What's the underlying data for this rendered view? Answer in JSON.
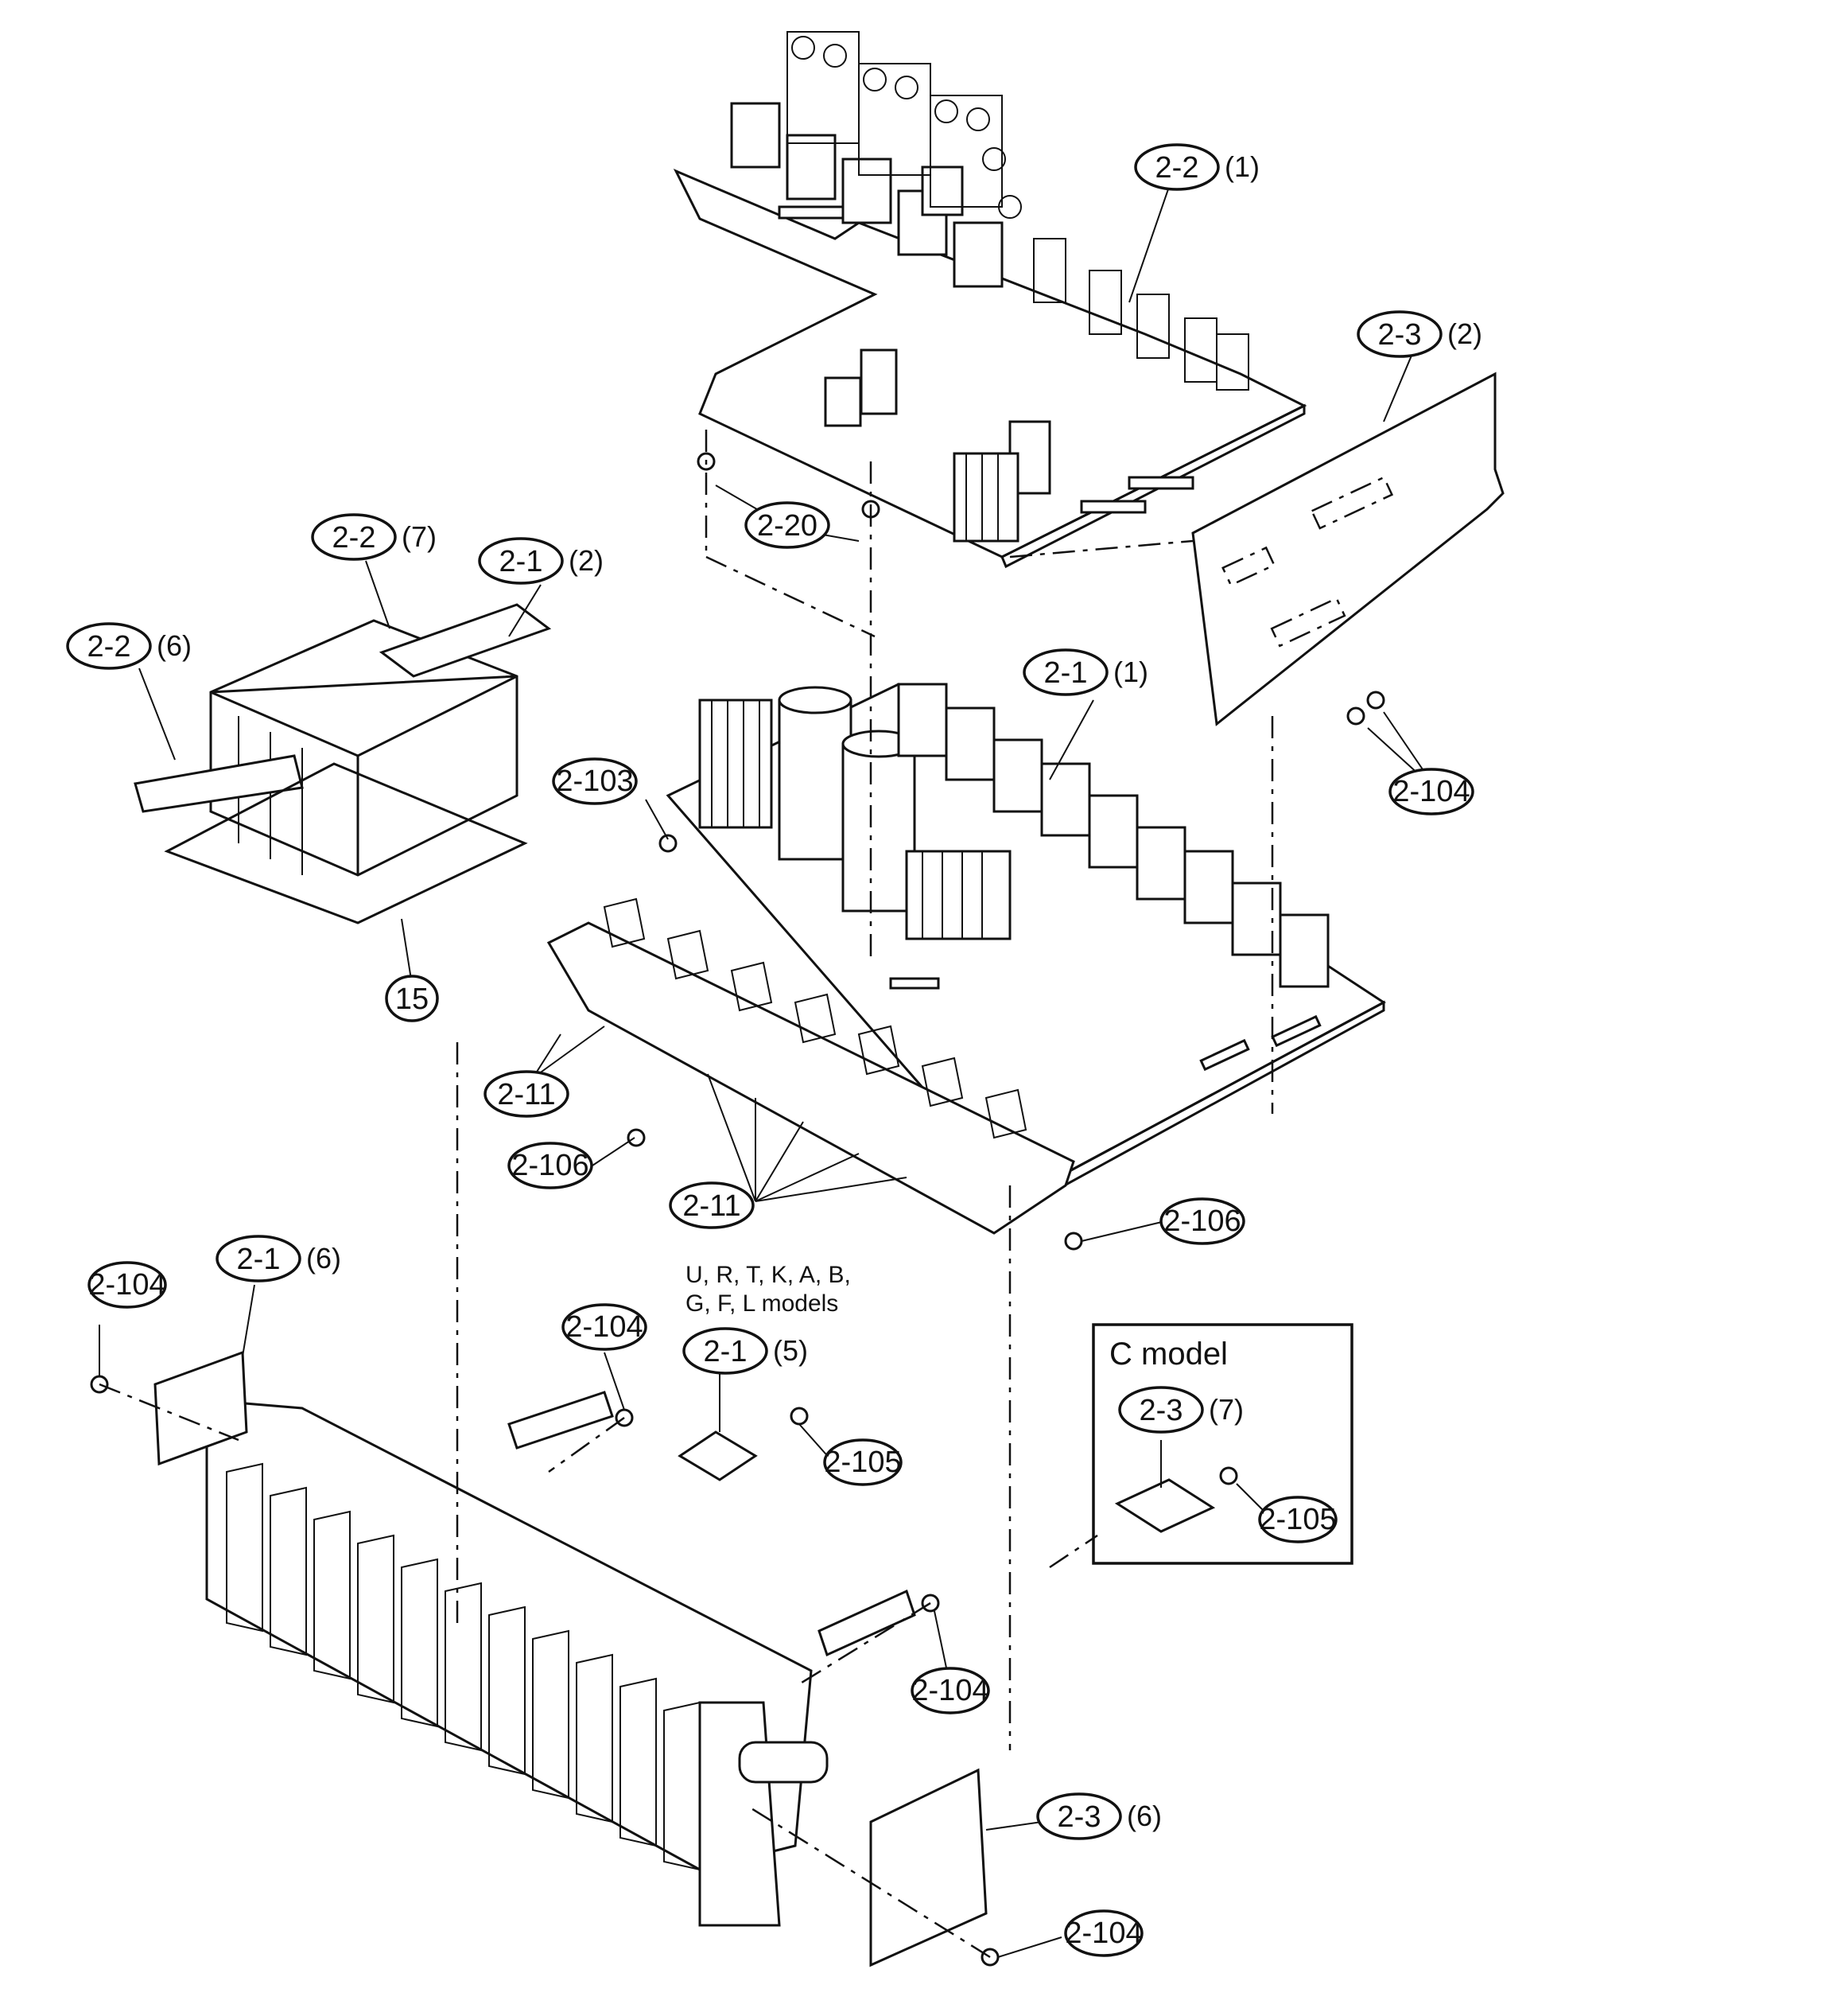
{
  "callouts": [
    {
      "id": "c-2-2-1",
      "label": "2-2",
      "qty": "(1)"
    },
    {
      "id": "c-2-3-2",
      "label": "2-3",
      "qty": "(2)"
    },
    {
      "id": "c-2-20",
      "label": "2-20",
      "qty": ""
    },
    {
      "id": "c-2-2-7",
      "label": "2-2",
      "qty": "(7)"
    },
    {
      "id": "c-2-1-2",
      "label": "2-1",
      "qty": "(2)"
    },
    {
      "id": "c-2-2-6",
      "label": "2-2",
      "qty": "(6)"
    },
    {
      "id": "c-2-1-1",
      "label": "2-1",
      "qty": "(1)"
    },
    {
      "id": "c-2-103",
      "label": "2-103",
      "qty": ""
    },
    {
      "id": "c-2-104-a",
      "label": "2-104",
      "qty": ""
    },
    {
      "id": "c-15",
      "label": "15",
      "qty": ""
    },
    {
      "id": "c-2-11-a",
      "label": "2-11",
      "qty": ""
    },
    {
      "id": "c-2-106-a",
      "label": "2-106",
      "qty": ""
    },
    {
      "id": "c-2-11-b",
      "label": "2-11",
      "qty": ""
    },
    {
      "id": "c-2-106-b",
      "label": "2-106",
      "qty": ""
    },
    {
      "id": "c-2-104-b",
      "label": "2-104",
      "qty": ""
    },
    {
      "id": "c-2-1-6",
      "label": "2-1",
      "qty": "(6)"
    },
    {
      "id": "c-2-104-c",
      "label": "2-104",
      "qty": ""
    },
    {
      "id": "c-2-1-5",
      "label": "2-1",
      "qty": "(5)"
    },
    {
      "id": "c-2-105-a",
      "label": "2-105",
      "qty": ""
    },
    {
      "id": "c-2-3-7",
      "label": "2-3",
      "qty": "(7)"
    },
    {
      "id": "c-2-105-b",
      "label": "2-105",
      "qty": ""
    },
    {
      "id": "c-2-104-d",
      "label": "2-104",
      "qty": ""
    },
    {
      "id": "c-2-3-6",
      "label": "2-3",
      "qty": "(6)"
    },
    {
      "id": "c-2-104-e",
      "label": "2-104",
      "qty": ""
    }
  ],
  "notes": {
    "models_line1": "U, R, T, K, A, B,",
    "models_line2": "G, F, L models"
  },
  "inset": {
    "title": "C model"
  }
}
